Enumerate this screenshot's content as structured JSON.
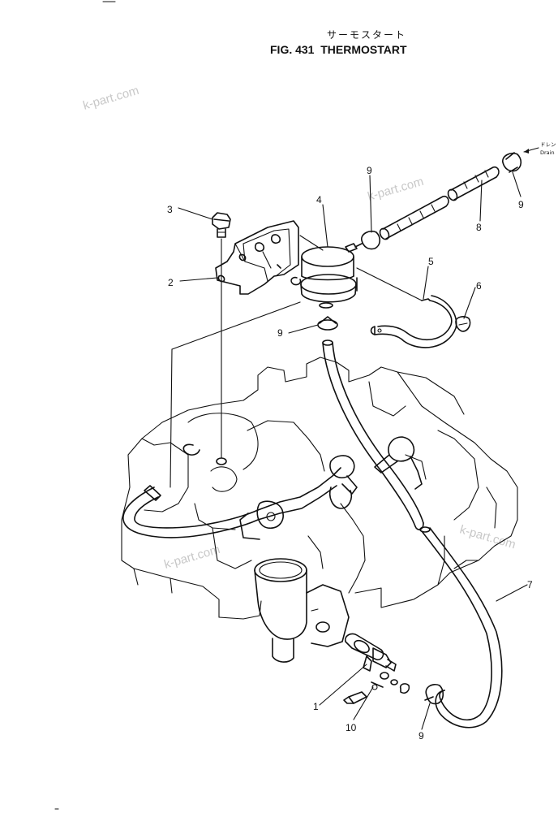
{
  "title": {
    "jp": "サーモスタート",
    "main": "FIG. 431  THERMOSTART"
  },
  "drain_label": {
    "jp": "ドレン",
    "en": "Drain"
  },
  "watermark": "k-part.com",
  "callouts": [
    {
      "id": "c1",
      "text": "1"
    },
    {
      "id": "c2",
      "text": "2"
    },
    {
      "id": "c3",
      "text": "3"
    },
    {
      "id": "c4",
      "text": "4"
    },
    {
      "id": "c5",
      "text": "5"
    },
    {
      "id": "c6",
      "text": "6"
    },
    {
      "id": "c7",
      "text": "7"
    },
    {
      "id": "c8",
      "text": "8"
    },
    {
      "id": "c9a",
      "text": "9"
    },
    {
      "id": "c9b",
      "text": "9"
    },
    {
      "id": "c9c",
      "text": "9"
    },
    {
      "id": "c10",
      "text": "10"
    },
    {
      "id": "c9d",
      "text": "9"
    }
  ]
}
